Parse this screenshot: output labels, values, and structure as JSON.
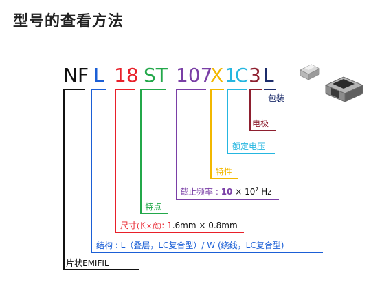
{
  "title": "型号的查看方法",
  "code": {
    "segments": [
      {
        "text": "NF",
        "color": "#111111"
      },
      {
        "text": "L",
        "color": "#1b5fd6"
      },
      {
        "text": "18",
        "color": "#e8202a"
      },
      {
        "text": "ST",
        "color": "#23a84a"
      },
      {
        "text": "107",
        "color": "#7a3fa6"
      },
      {
        "text": "X",
        "color": "#f2b800"
      },
      {
        "text": "1",
        "color": "#25b6e0"
      },
      {
        "text": "C",
        "color": "#25b6e0"
      },
      {
        "text": "3",
        "color": "#8e1f2f"
      },
      {
        "text": "L",
        "color": "#1c2c6b"
      }
    ]
  },
  "labels": {
    "package": "包装",
    "electrode": "电极",
    "rated_voltage": "额定电压",
    "characteristic": "特性",
    "cutoff_prefix": "截止频率 : ",
    "cutoff_value": "10",
    "cutoff_times": " × 10",
    "cutoff_exp": "7",
    "cutoff_unit": " Hz",
    "feature": "特点",
    "size_prefix": "尺寸",
    "size_paren": "(长×宽)",
    "size_colon": ": ",
    "size_v1": "1",
    "size_v2": ".6mm × 0.8mm",
    "structure": "结构 : L（叠层，LC复合型）/ W (绕线，LC复合型)",
    "product": "片状EMIFIL"
  },
  "colors": {
    "black": "#111111",
    "blue": "#1b5fd6",
    "red": "#e8202a",
    "green": "#23a84a",
    "purple": "#7a3fa6",
    "yellow": "#f2b800",
    "cyan": "#25b6e0",
    "maroon": "#8e1f2f",
    "navy": "#1c2c6b"
  },
  "images": [
    "chip-component-small",
    "chip-component-large"
  ]
}
